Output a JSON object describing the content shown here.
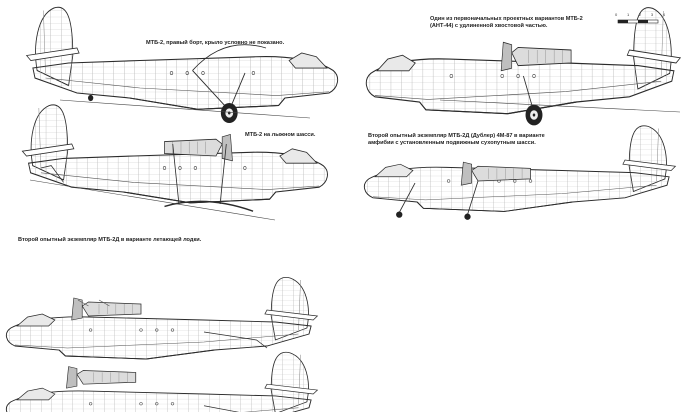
{
  "captions": {
    "view1": "МТБ-2, правый борт, крыло условно не показано.",
    "view2": "МТБ-2 на лыжном шасси.",
    "view3": "Второй опытный экземпляр МТБ-2Д в варианте летающей лодки.",
    "view5": "Один из первоначальных проектных вариантов МТБ-2\n(АНТ-44) с удлиненной хвостовой частью.",
    "view6": "Второй опытный экземпляр МТБ-2Д (Дублер) 4М-87 в варианте\nамфибии с установленным подвижным сухопутным шасси."
  },
  "scale": {
    "ticks": [
      "0",
      "1",
      "2",
      "3",
      "4"
    ]
  },
  "colors": {
    "line": "#2b2b2b",
    "fill": "#ffffff",
    "shade": "#d9d9d9"
  }
}
